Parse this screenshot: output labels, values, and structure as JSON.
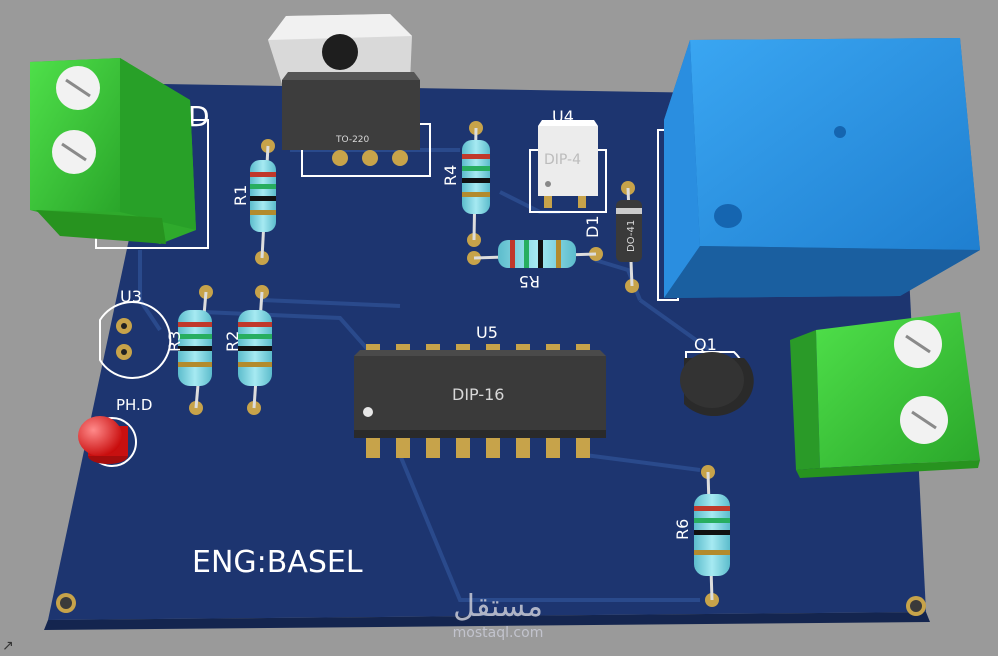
{
  "board": {
    "colors": {
      "pcb": "#1d3570",
      "trace": "#2a4a8c",
      "pad": "#c7a34a",
      "terminal_green": "#3ec93a",
      "relay_blue": "#2b95e8",
      "led_red": "#e41b1b",
      "resistor_body": "#7fd6e2"
    },
    "silkscreen": {
      "j1_partial": "D",
      "u3": "U3",
      "r1": "R1",
      "r2": "R2",
      "r3": "R3",
      "r4": "R4",
      "r5": "R5",
      "r6": "R6",
      "u4": "U4",
      "d1": "D1",
      "u5": "U5",
      "q1": "Q1",
      "phd": "PH.D",
      "author": "ENG:BASEL"
    },
    "component_bodies": {
      "regulator": "TO-220",
      "optocoupler": "DIP-4",
      "diode": "DO-41",
      "ic": "DIP-16"
    }
  },
  "watermark": {
    "logo_text": "مستقل",
    "site": "mostaql.com"
  },
  "corner_glyph": "↗"
}
